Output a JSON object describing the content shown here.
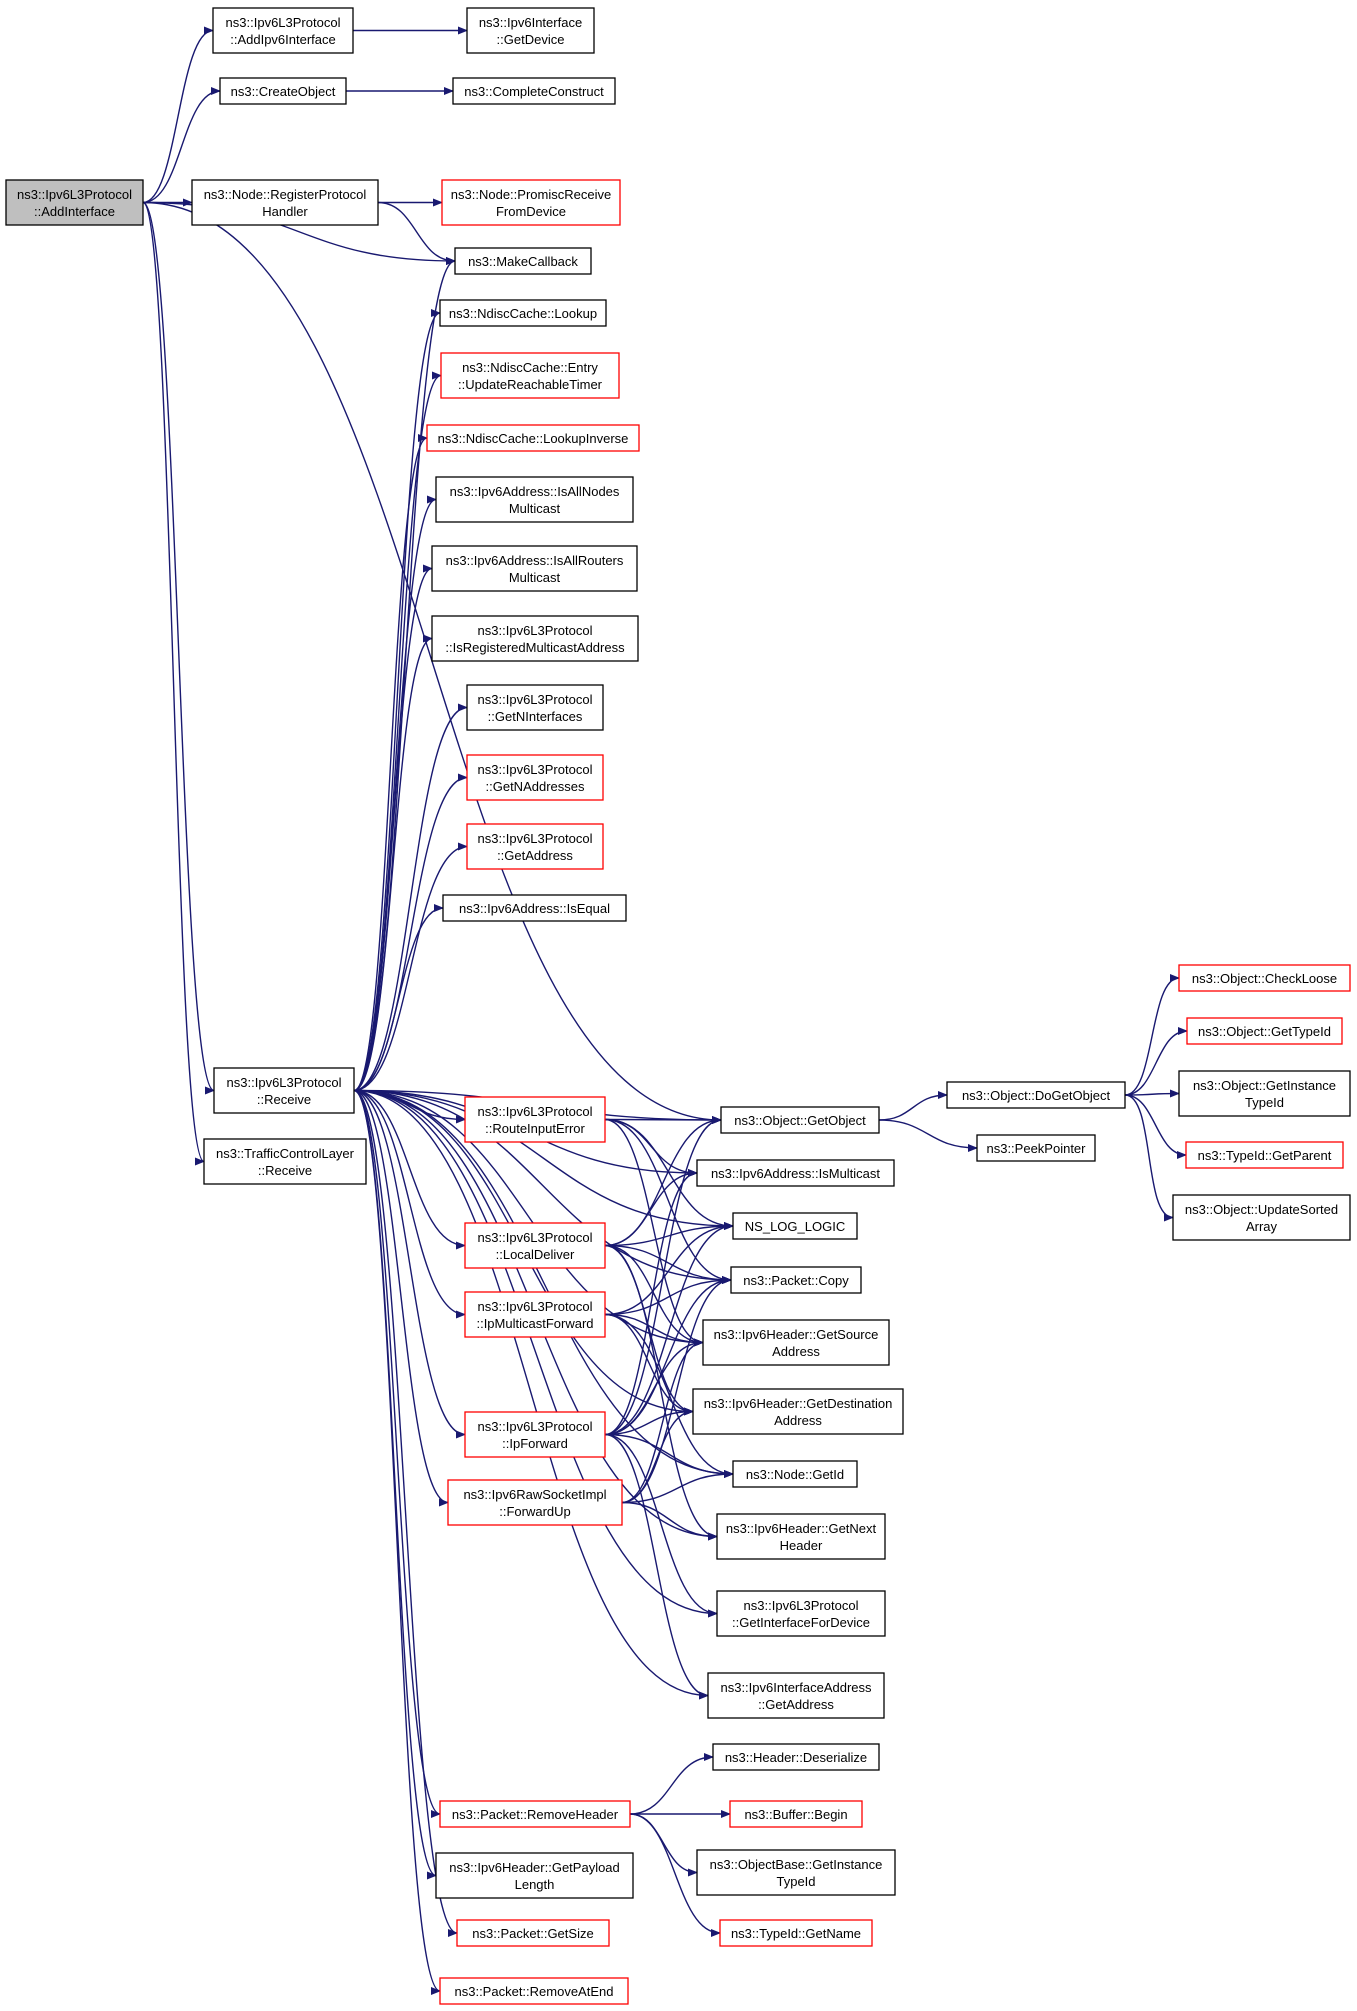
{
  "colors": {
    "edge": "#191970",
    "normal_border": "#000000",
    "truncated_border": "#ff0000",
    "root_fill": "#bfbfbf",
    "node_fill": "#ffffff"
  },
  "nodes": [
    {
      "id": "addInterface",
      "lines": [
        "ns3::Ipv6L3Protocol",
        "::AddInterface"
      ],
      "style": "root"
    },
    {
      "id": "addIpv6Interface",
      "lines": [
        "ns3::Ipv6L3Protocol",
        "::AddIpv6Interface"
      ],
      "style": "normal"
    },
    {
      "id": "getDevice",
      "lines": [
        "ns3::Ipv6Interface",
        "::GetDevice"
      ],
      "style": "normal"
    },
    {
      "id": "createObject",
      "lines": [
        "ns3::CreateObject"
      ],
      "style": "normal"
    },
    {
      "id": "completeConstruct",
      "lines": [
        "ns3::CompleteConstruct"
      ],
      "style": "normal"
    },
    {
      "id": "registerProtocolHandler",
      "lines": [
        "ns3::Node::RegisterProtocol",
        "Handler"
      ],
      "style": "normal"
    },
    {
      "id": "promiscReceive",
      "lines": [
        "ns3::Node::PromiscReceive",
        "FromDevice"
      ],
      "style": "truncated"
    },
    {
      "id": "makeCallback",
      "lines": [
        "ns3::MakeCallback"
      ],
      "style": "normal"
    },
    {
      "id": "ndiscLookup",
      "lines": [
        "ns3::NdiscCache::Lookup"
      ],
      "style": "normal"
    },
    {
      "id": "updateReachable",
      "lines": [
        "ns3::NdiscCache::Entry",
        "::UpdateReachableTimer"
      ],
      "style": "truncated"
    },
    {
      "id": "lookupInverse",
      "lines": [
        "ns3::NdiscCache::LookupInverse"
      ],
      "style": "truncated"
    },
    {
      "id": "isAllNodes",
      "lines": [
        "ns3::Ipv6Address::IsAllNodes",
        "Multicast"
      ],
      "style": "normal"
    },
    {
      "id": "isAllRouters",
      "lines": [
        "ns3::Ipv6Address::IsAllRouters",
        "Multicast"
      ],
      "style": "normal"
    },
    {
      "id": "isRegisteredMcast",
      "lines": [
        "ns3::Ipv6L3Protocol",
        "::IsRegisteredMulticastAddress"
      ],
      "style": "normal"
    },
    {
      "id": "getNInterfaces",
      "lines": [
        "ns3::Ipv6L3Protocol",
        "::GetNInterfaces"
      ],
      "style": "normal"
    },
    {
      "id": "getNAddresses",
      "lines": [
        "ns3::Ipv6L3Protocol",
        "::GetNAddresses"
      ],
      "style": "truncated"
    },
    {
      "id": "getAddress",
      "lines": [
        "ns3::Ipv6L3Protocol",
        "::GetAddress"
      ],
      "style": "truncated"
    },
    {
      "id": "isEqual",
      "lines": [
        "ns3::Ipv6Address::IsEqual"
      ],
      "style": "normal"
    },
    {
      "id": "receive",
      "lines": [
        "ns3::Ipv6L3Protocol",
        "::Receive"
      ],
      "style": "normal"
    },
    {
      "id": "tclReceive",
      "lines": [
        "ns3::TrafficControlLayer",
        "::Receive"
      ],
      "style": "normal"
    },
    {
      "id": "routeInputError",
      "lines": [
        "ns3::Ipv6L3Protocol",
        "::RouteInputError"
      ],
      "style": "truncated"
    },
    {
      "id": "localDeliver",
      "lines": [
        "ns3::Ipv6L3Protocol",
        "::LocalDeliver"
      ],
      "style": "truncated"
    },
    {
      "id": "ipMulticastForward",
      "lines": [
        "ns3::Ipv6L3Protocol",
        "::IpMulticastForward"
      ],
      "style": "truncated"
    },
    {
      "id": "ipForward",
      "lines": [
        "ns3::Ipv6L3Protocol",
        "::IpForward"
      ],
      "style": "truncated"
    },
    {
      "id": "forwardUp",
      "lines": [
        "ns3::Ipv6RawSocketImpl",
        "::ForwardUp"
      ],
      "style": "truncated"
    },
    {
      "id": "getObject",
      "lines": [
        "ns3::Object::GetObject"
      ],
      "style": "normal"
    },
    {
      "id": "isMulticast",
      "lines": [
        "ns3::Ipv6Address::IsMulticast"
      ],
      "style": "normal"
    },
    {
      "id": "nsLogLogic",
      "lines": [
        "NS_LOG_LOGIC"
      ],
      "style": "normal"
    },
    {
      "id": "packetCopy",
      "lines": [
        "ns3::Packet::Copy"
      ],
      "style": "normal"
    },
    {
      "id": "getSourceAddress",
      "lines": [
        "ns3::Ipv6Header::GetSource",
        "Address"
      ],
      "style": "normal"
    },
    {
      "id": "getDestAddress",
      "lines": [
        "ns3::Ipv6Header::GetDestination",
        "Address"
      ],
      "style": "normal"
    },
    {
      "id": "nodeGetId",
      "lines": [
        "ns3::Node::GetId"
      ],
      "style": "normal"
    },
    {
      "id": "getNextHeader",
      "lines": [
        "ns3::Ipv6Header::GetNext",
        "Header"
      ],
      "style": "normal"
    },
    {
      "id": "getIfForDevice",
      "lines": [
        "ns3::Ipv6L3Protocol",
        "::GetInterfaceForDevice"
      ],
      "style": "normal"
    },
    {
      "id": "ifAddrGetAddress",
      "lines": [
        "ns3::Ipv6InterfaceAddress",
        "::GetAddress"
      ],
      "style": "normal"
    },
    {
      "id": "doGetObject",
      "lines": [
        "ns3::Object::DoGetObject"
      ],
      "style": "normal"
    },
    {
      "id": "peekPointer",
      "lines": [
        "ns3::PeekPointer"
      ],
      "style": "normal"
    },
    {
      "id": "checkLoose",
      "lines": [
        "ns3::Object::CheckLoose"
      ],
      "style": "truncated"
    },
    {
      "id": "objGetTypeId",
      "lines": [
        "ns3::Object::GetTypeId"
      ],
      "style": "truncated"
    },
    {
      "id": "objGetInstanceTypeId",
      "lines": [
        "ns3::Object::GetInstance",
        "TypeId"
      ],
      "style": "normal"
    },
    {
      "id": "typeIdGetParent",
      "lines": [
        "ns3::TypeId::GetParent"
      ],
      "style": "truncated"
    },
    {
      "id": "updateSortedArray",
      "lines": [
        "ns3::Object::UpdateSorted",
        "Array"
      ],
      "style": "normal"
    },
    {
      "id": "headerDeserialize",
      "lines": [
        "ns3::Header::Deserialize"
      ],
      "style": "normal"
    },
    {
      "id": "removeHeader",
      "lines": [
        "ns3::Packet::RemoveHeader"
      ],
      "style": "truncated"
    },
    {
      "id": "bufferBegin",
      "lines": [
        "ns3::Buffer::Begin"
      ],
      "style": "truncated"
    },
    {
      "id": "objBaseGetInstanceTypeId",
      "lines": [
        "ns3::ObjectBase::GetInstance",
        "TypeId"
      ],
      "style": "normal"
    },
    {
      "id": "getPayloadLength",
      "lines": [
        "ns3::Ipv6Header::GetPayload",
        "Length"
      ],
      "style": "normal"
    },
    {
      "id": "typeIdGetName",
      "lines": [
        "ns3::TypeId::GetName"
      ],
      "style": "truncated"
    },
    {
      "id": "packetGetSize",
      "lines": [
        "ns3::Packet::GetSize"
      ],
      "style": "truncated"
    },
    {
      "id": "removeAtEnd",
      "lines": [
        "ns3::Packet::RemoveAtEnd"
      ],
      "style": "truncated"
    }
  ],
  "edges": [
    [
      "addInterface",
      "addIpv6Interface"
    ],
    [
      "addIpv6Interface",
      "getDevice"
    ],
    [
      "addInterface",
      "createObject"
    ],
    [
      "createObject",
      "completeConstruct"
    ],
    [
      "addInterface",
      "getObject"
    ],
    [
      "addInterface",
      "registerProtocolHandler"
    ],
    [
      "registerProtocolHandler",
      "promiscReceive"
    ],
    [
      "registerProtocolHandler",
      "makeCallback"
    ],
    [
      "addInterface",
      "makeCallback"
    ],
    [
      "addInterface",
      "receive"
    ],
    [
      "addInterface",
      "tclReceive"
    ],
    [
      "receive",
      "makeCallback"
    ],
    [
      "receive",
      "ndiscLookup"
    ],
    [
      "receive",
      "updateReachable"
    ],
    [
      "receive",
      "lookupInverse"
    ],
    [
      "receive",
      "isAllNodes"
    ],
    [
      "receive",
      "isAllRouters"
    ],
    [
      "receive",
      "isRegisteredMcast"
    ],
    [
      "receive",
      "getNInterfaces"
    ],
    [
      "receive",
      "getNAddresses"
    ],
    [
      "receive",
      "getAddress"
    ],
    [
      "receive",
      "isEqual"
    ],
    [
      "receive",
      "getObject"
    ],
    [
      "receive",
      "isMulticast"
    ],
    [
      "receive",
      "nsLogLogic"
    ],
    [
      "receive",
      "packetCopy"
    ],
    [
      "receive",
      "getSourceAddress"
    ],
    [
      "receive",
      "getDestAddress"
    ],
    [
      "receive",
      "nodeGetId"
    ],
    [
      "receive",
      "getNextHeader"
    ],
    [
      "receive",
      "getIfForDevice"
    ],
    [
      "receive",
      "ifAddrGetAddress"
    ],
    [
      "receive",
      "routeInputError"
    ],
    [
      "receive",
      "localDeliver"
    ],
    [
      "receive",
      "ipMulticastForward"
    ],
    [
      "receive",
      "ipForward"
    ],
    [
      "receive",
      "forwardUp"
    ],
    [
      "receive",
      "removeHeader"
    ],
    [
      "receive",
      "getPayloadLength"
    ],
    [
      "receive",
      "packetGetSize"
    ],
    [
      "receive",
      "removeAtEnd"
    ],
    [
      "routeInputError",
      "getObject"
    ],
    [
      "routeInputError",
      "isMulticast"
    ],
    [
      "routeInputError",
      "nsLogLogic"
    ],
    [
      "routeInputError",
      "packetCopy"
    ],
    [
      "routeInputError",
      "getSourceAddress"
    ],
    [
      "localDeliver",
      "getObject"
    ],
    [
      "localDeliver",
      "isMulticast"
    ],
    [
      "localDeliver",
      "nsLogLogic"
    ],
    [
      "localDeliver",
      "packetCopy"
    ],
    [
      "localDeliver",
      "getSourceAddress"
    ],
    [
      "localDeliver",
      "getDestAddress"
    ],
    [
      "localDeliver",
      "getNextHeader"
    ],
    [
      "ipMulticastForward",
      "nsLogLogic"
    ],
    [
      "ipMulticastForward",
      "packetCopy"
    ],
    [
      "ipMulticastForward",
      "getSourceAddress"
    ],
    [
      "ipMulticastForward",
      "getDestAddress"
    ],
    [
      "ipMulticastForward",
      "nodeGetId"
    ],
    [
      "ipForward",
      "getObject"
    ],
    [
      "ipForward",
      "isMulticast"
    ],
    [
      "ipForward",
      "nsLogLogic"
    ],
    [
      "ipForward",
      "packetCopy"
    ],
    [
      "ipForward",
      "getSourceAddress"
    ],
    [
      "ipForward",
      "getDestAddress"
    ],
    [
      "ipForward",
      "nodeGetId"
    ],
    [
      "ipForward",
      "getIfForDevice"
    ],
    [
      "ipForward",
      "ifAddrGetAddress"
    ],
    [
      "forwardUp",
      "packetCopy"
    ],
    [
      "forwardUp",
      "getSourceAddress"
    ],
    [
      "forwardUp",
      "getDestAddress"
    ],
    [
      "forwardUp",
      "nodeGetId"
    ],
    [
      "forwardUp",
      "getNextHeader"
    ],
    [
      "getObject",
      "doGetObject"
    ],
    [
      "getObject",
      "peekPointer"
    ],
    [
      "doGetObject",
      "checkLoose"
    ],
    [
      "doGetObject",
      "objGetTypeId"
    ],
    [
      "doGetObject",
      "objGetInstanceTypeId"
    ],
    [
      "doGetObject",
      "typeIdGetParent"
    ],
    [
      "doGetObject",
      "updateSortedArray"
    ],
    [
      "removeHeader",
      "headerDeserialize"
    ],
    [
      "removeHeader",
      "bufferBegin"
    ],
    [
      "removeHeader",
      "objBaseGetInstanceTypeId"
    ],
    [
      "removeHeader",
      "typeIdGetName"
    ]
  ]
}
